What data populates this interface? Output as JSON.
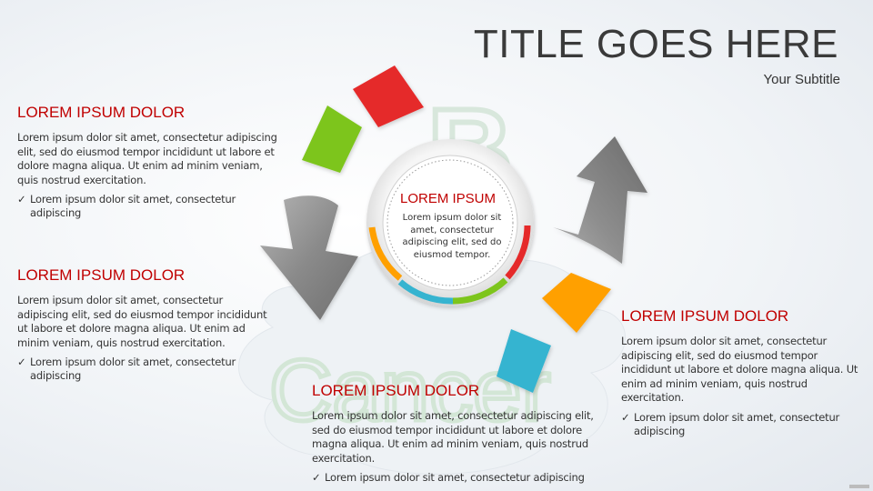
{
  "header": {
    "title": "TITLE GOES HERE",
    "subtitle": "Your Subtitle"
  },
  "background": {
    "top_word": "",
    "bottom_word": "Cancer",
    "top_glyph": "B"
  },
  "center": {
    "heading": "LOREM IPSUM",
    "body": "Lorem ipsum dolor sit amet, consectetur adipiscing elit, sed do eiusmod tempor."
  },
  "blocks": [
    {
      "heading": "LOREM IPSUM DOLOR",
      "body": "Lorem ipsum dolor sit amet, consectetur adipiscing elit, sed do eiusmod tempor incididunt ut labore et dolore magna aliqua. Ut enim ad minim veniam, quis nostrud exercitation.",
      "check": "Lorem ipsum dolor sit amet, consectetur adipiscing"
    },
    {
      "heading": "LOREM IPSUM DOLOR",
      "body": "Lorem ipsum dolor sit amet, consectetur adipiscing elit, sed do eiusmod tempor incididunt ut labore et dolore magna aliqua. Ut enim ad minim veniam, quis nostrud exercitation.",
      "check": "Lorem ipsum dolor sit amet, consectetur adipiscing"
    },
    {
      "heading": "LOREM IPSUM DOLOR",
      "body": "Lorem ipsum dolor sit amet, consectetur adipiscing elit, sed do eiusmod tempor incididunt ut labore et dolore magna aliqua. Ut enim ad minim veniam, quis nostrud exercitation.",
      "check": "Lorem ipsum dolor sit amet, consectetur adipiscing"
    },
    {
      "heading": "LOREM IPSUM DOLOR",
      "body": "Lorem ipsum dolor sit amet, consectetur adipiscing elit, sed do eiusmod tempor incididunt ut labore et dolore magna aliqua. Ut enim ad minim veniam, quis nostrud exercitation.",
      "check": "Lorem ipsum dolor sit amet, consectetur adipiscing"
    }
  ],
  "check_glyph": "✓",
  "colors": {
    "heading": "#c00000",
    "red": "#e52a2a",
    "green": "#7dc51c",
    "orange": "#ffa000",
    "blue": "#36b4d0",
    "arrow_gray": "#8c8c8c"
  }
}
